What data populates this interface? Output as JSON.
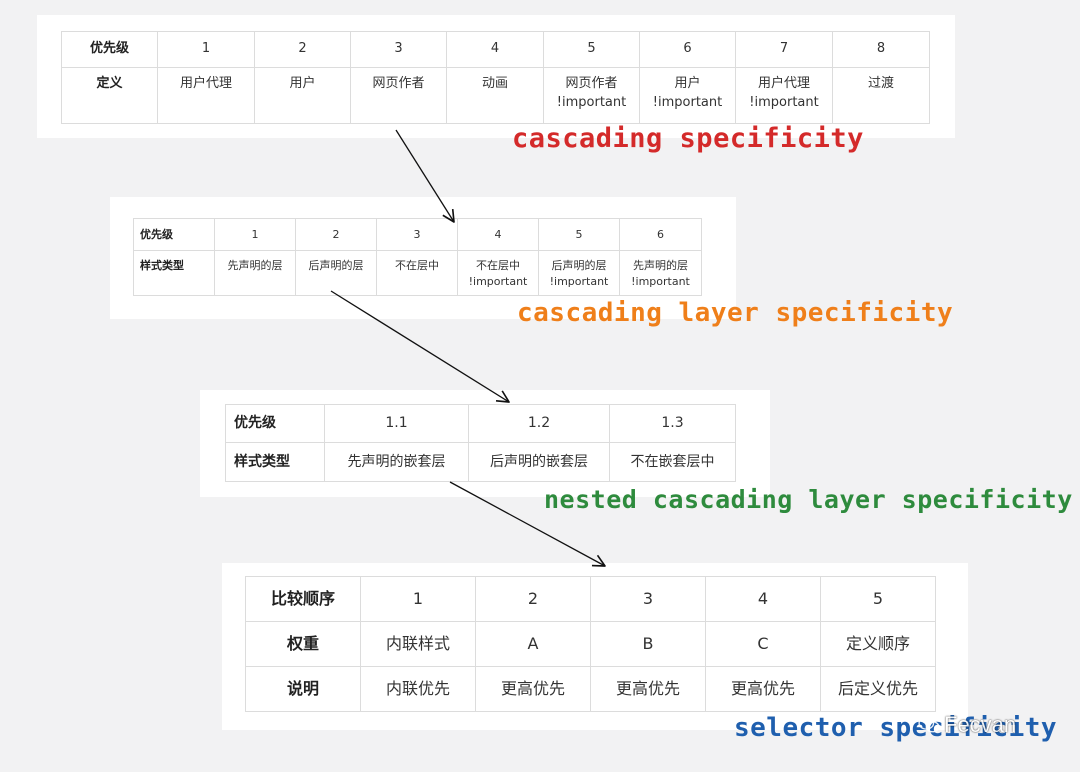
{
  "table1": {
    "rows": [
      [
        "优先级",
        "1",
        "2",
        "3",
        "4",
        "5",
        "6",
        "7",
        "8"
      ],
      [
        "定义",
        "用户代理",
        "用户",
        "网页作者",
        "动画",
        "网页作者\n!important",
        "用户\n!important",
        "用户代理\n!important",
        "过渡"
      ]
    ],
    "caption": "cascading specificity",
    "caption_color": "#d42a2a"
  },
  "table2": {
    "rows": [
      [
        "优先级",
        "1",
        "2",
        "3",
        "4",
        "5",
        "6"
      ],
      [
        "样式类型",
        "先声明的层",
        "后声明的层",
        "不在层中",
        "不在层中\n!important",
        "后声明的层\n!important",
        "先声明的层\n!important"
      ]
    ],
    "caption": "cascading layer specificity",
    "caption_color": "#ef7f1a"
  },
  "table3": {
    "rows": [
      [
        "优先级",
        "1.1",
        "1.2",
        "1.3"
      ],
      [
        "样式类型",
        "先声明的嵌套层",
        "后声明的嵌套层",
        "不在嵌套层中"
      ]
    ],
    "caption": "nested cascading layer specificity",
    "caption_color": "#2e8b3d"
  },
  "table4": {
    "rows": [
      [
        "比较顺序",
        "1",
        "2",
        "3",
        "4",
        "5"
      ],
      [
        "权重",
        "内联样式",
        "A",
        "B",
        "C",
        "定义顺序"
      ],
      [
        "说明",
        "内联优先",
        "更高优先",
        "更高优先",
        "更高优先",
        "后定义优先"
      ]
    ],
    "caption": "selector specificity",
    "caption_color": "#1f5fae"
  },
  "watermark": {
    "text": "Fecvan",
    "icon": "wechat-icon"
  },
  "arrow_color": "#111111"
}
